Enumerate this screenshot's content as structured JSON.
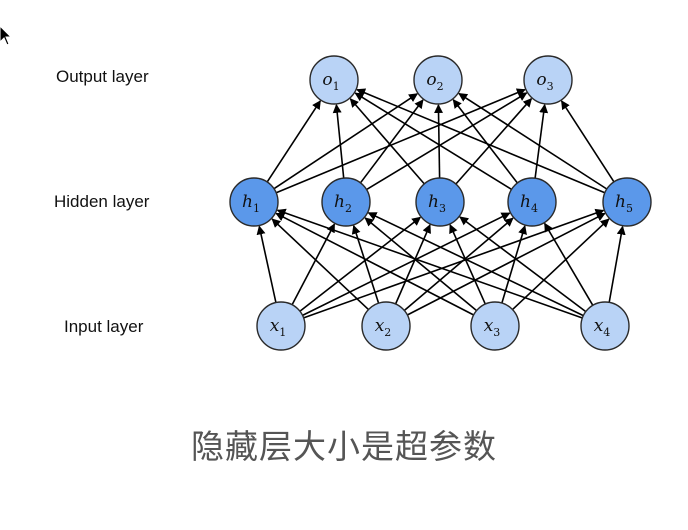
{
  "layers": {
    "output": {
      "label": "Output layer",
      "nodes": [
        {
          "base": "o",
          "sub": "1"
        },
        {
          "base": "o",
          "sub": "2"
        },
        {
          "base": "o",
          "sub": "3"
        }
      ]
    },
    "hidden": {
      "label": "Hidden layer",
      "nodes": [
        {
          "base": "h",
          "sub": "1"
        },
        {
          "base": "h",
          "sub": "2"
        },
        {
          "base": "h",
          "sub": "3"
        },
        {
          "base": "h",
          "sub": "4"
        },
        {
          "base": "h",
          "sub": "5"
        }
      ]
    },
    "input": {
      "label": "Input layer",
      "nodes": [
        {
          "base": "x",
          "sub": "1"
        },
        {
          "base": "x",
          "sub": "2"
        },
        {
          "base": "x",
          "sub": "3"
        },
        {
          "base": "x",
          "sub": "4"
        }
      ]
    }
  },
  "caption": "隐藏层大小是超参数",
  "colors": {
    "light_node": "#b9d3f6",
    "dark_node": "#5b98ea",
    "node_stroke": "#2a2a2a",
    "edge": "#000000"
  }
}
